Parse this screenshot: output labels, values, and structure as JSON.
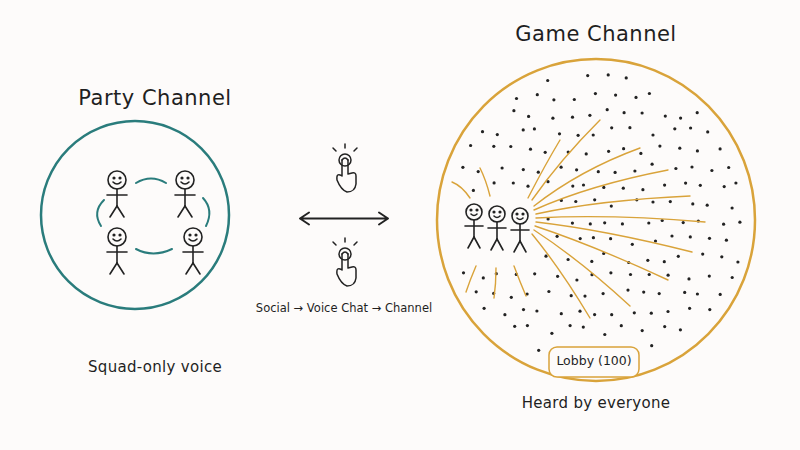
{
  "diagram": {
    "nodes": [
      {
        "text": [
          "Party Channel",
          "Squad-only voice"
        ]
      },
      {
        "text": [
          "Game Channel",
          "Heard by everyone"
        ]
      },
      {
        "text": [
          "Lobby (100)"
        ],
        "in": 1
      }
    ],
    "edges": [
      {
        "from": 0,
        "to": 1,
        "arrow": "both",
        "label": "Social → Voice Chat → Channel"
      }
    ]
  }
}
